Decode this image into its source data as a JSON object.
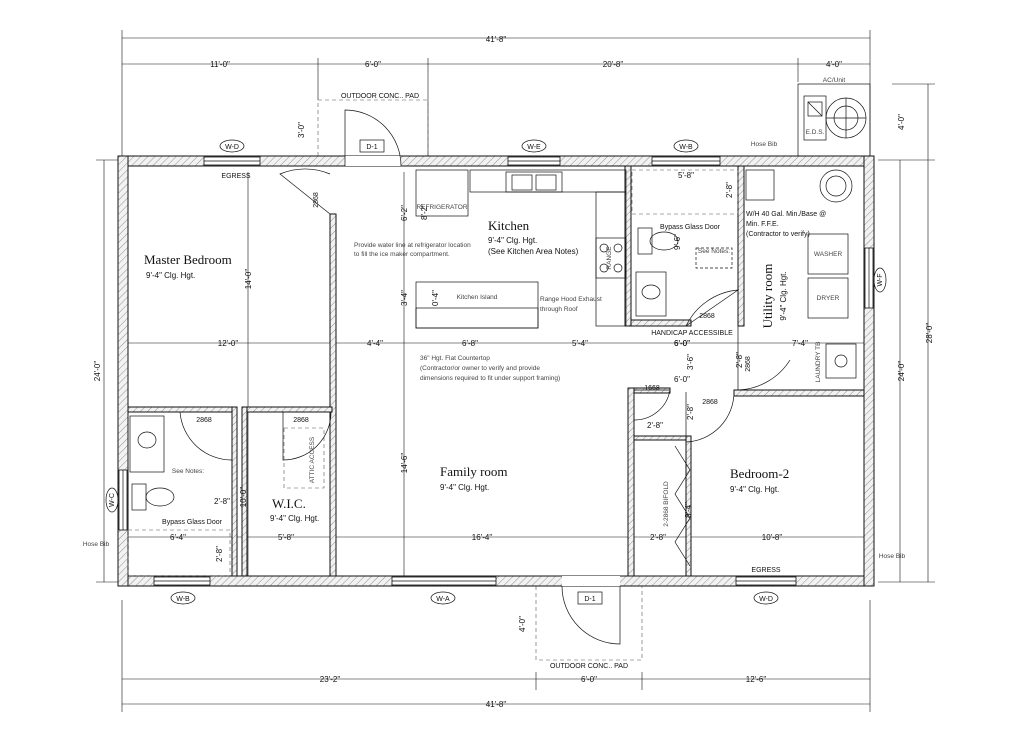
{
  "dimensions": {
    "overall_top": "41'-8\"",
    "top_segments": [
      "11'-0\"",
      "6'-0\"",
      "20'-8\"",
      "4'-0\""
    ],
    "overall_bottom": "41'-8\"",
    "bottom_segments": [
      "23'-2\"",
      "6'-0\"",
      "12'-6\""
    ],
    "left_overall": "24'-0\"",
    "right_overall": "28'-0\"",
    "right_inner": "24'-0\"",
    "right_top": "4'-0\"",
    "interior_row1": [
      "12'-0\"",
      "4'-4\"",
      "6'-8\"",
      "5'-4\"",
      "6'-0\"",
      "7'-4\""
    ],
    "interior_row2": [
      "6'-4\"",
      "5'-8\"",
      "16'-4\"",
      "2'-8\"",
      "10'-8\""
    ],
    "vertical": [
      "14'-0\"",
      "10'-0\"",
      "14'-6\"",
      "8'-2\"",
      "6'-2\"",
      "3'-4\"",
      "3'-0\"",
      "4'-0\"",
      "8'-4\"",
      "2'-8\"",
      "2'-8\"",
      "3'-6\"",
      "9'-6\"",
      "2'-8\"",
      "2'-8\""
    ],
    "small": [
      "5'-8\"",
      "6'-0\"",
      "6'-0\"",
      "2'-8\"",
      "2'-8\"",
      "0'-4\""
    ]
  },
  "rooms": {
    "master": {
      "title": "Master Bedroom",
      "height": "9'-4\" Clg. Hgt."
    },
    "kitchen": {
      "title": "Kitchen",
      "height": "9'-4\" Clg. Hgt.",
      "note": "(See Kitchen Area Notes)"
    },
    "family": {
      "title": "Family room",
      "height": "9'-4\" Clg. Hgt."
    },
    "bedroom2": {
      "title": "Bedroom-2",
      "height": "9'-4\" Clg. Hgt."
    },
    "utility": {
      "title": "Utility room",
      "height": "9'-4\" Clg. Hgt."
    },
    "wic": {
      "title": "W.I.C.",
      "height": "9'-4\" Clg. Hgt."
    }
  },
  "tags": {
    "windows": [
      "W-D",
      "W-E",
      "W-B",
      "W-F",
      "W-C",
      "W-B",
      "W-A",
      "W-D"
    ],
    "doors_exterior": [
      "D-1",
      "D-1"
    ],
    "doors": [
      "2868",
      "2868",
      "2868",
      "2868",
      "2868",
      "2868",
      "1668"
    ]
  },
  "labels": {
    "egress_master": "EGRESS",
    "egress_bed2": "EGRESS",
    "pad_top": "OUTDOOR CONC.. PAD",
    "pad_bottom": "OUTDOOR CONC.. PAD",
    "ac_unit": "AC/Unit",
    "eds": "E.D.S.",
    "hose_top": "Hose Bib",
    "hose_left": "Hose Bib",
    "hose_right": "Hose Bib",
    "refrigerator": "REFRIGERATOR",
    "range": "RANGE",
    "kitchen_island": "Kitchen Island",
    "water_line": [
      "Provide water line at refrigerator location",
      "to fill the ice maker compartment."
    ],
    "range_hood": [
      "Range Hood Exhaust",
      "through Roof"
    ],
    "countertop": [
      "36\" Hgt. Flat Countertop",
      "(Contractor/or owner to verify and provide",
      "dimensions required to fit under support framing)"
    ],
    "bypass_top": "Bypass Glass Door",
    "bypass_bottom": "Bypass Glass Door",
    "see_notes_top": "See Notes:",
    "see_notes_bottom": "See Notes:",
    "handicap": "HANDICAP ACCESSIBLE",
    "water_heater": [
      "W/H 40 Gal. Min./Base @",
      "Min. F.F.E.",
      "(Contractor to verify)"
    ],
    "washer": "WASHER",
    "dryer": "DRYER",
    "laundry": "LAUNDRY TB",
    "attic": "ATTIC ACCESS",
    "bifold": "2-2868 BIFOLD"
  }
}
